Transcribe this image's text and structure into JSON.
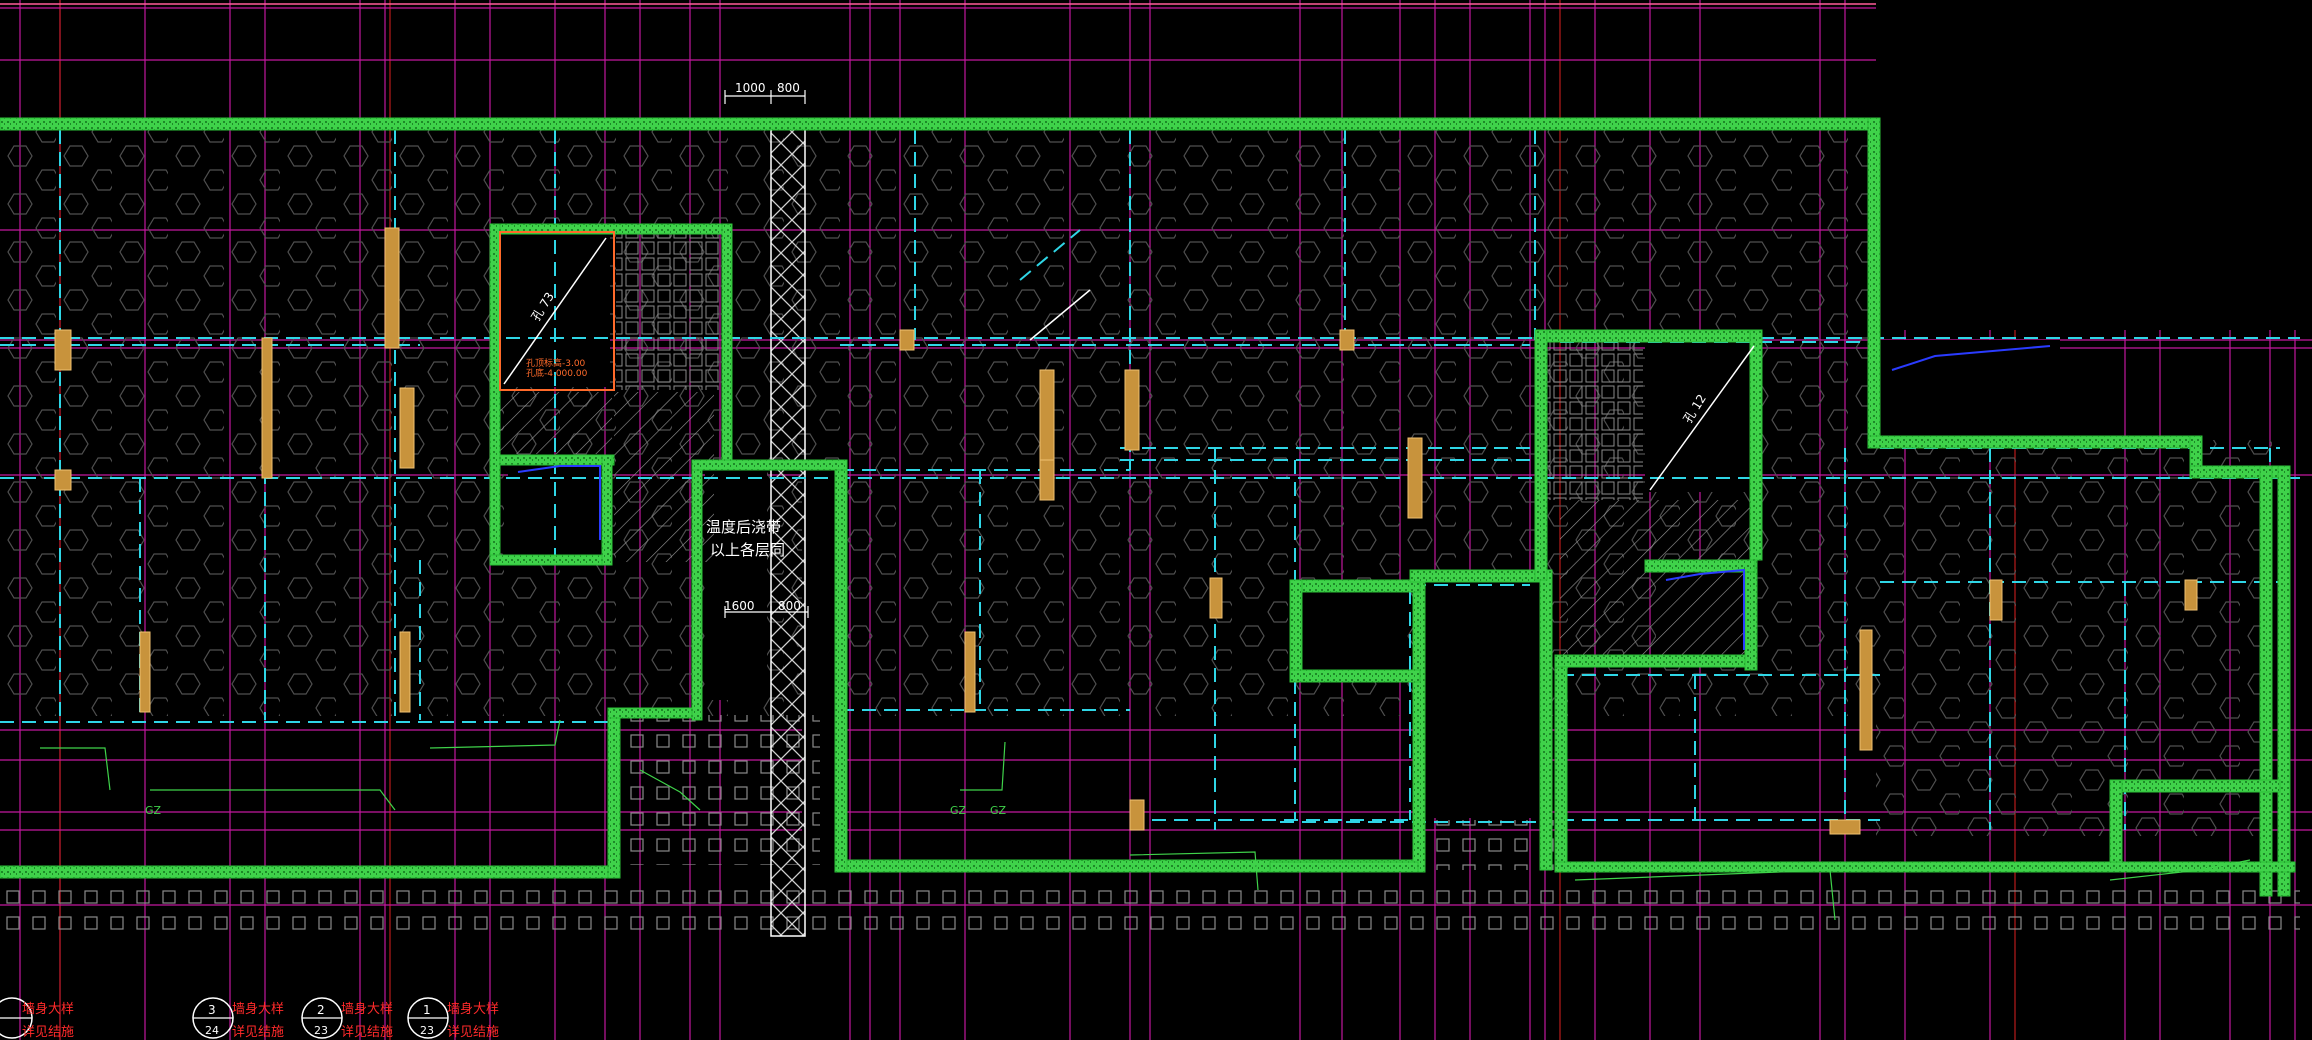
{
  "colors": {
    "background": "#000000",
    "wall": "#3fd24a",
    "wall_dark": "#1d8a27",
    "axis": "#ff2bd6",
    "axis_red": "#e0302a",
    "beam_dash": "#2fd6e6",
    "column": "#d8a246",
    "annotation": "#ffffff",
    "hatch": "#9a9a9a",
    "blue": "#2a3bff",
    "callout_red": "#ff2a2a",
    "pattern": "#5b5b5b"
  },
  "drawing": {
    "top_dims": [
      "1000",
      "800"
    ],
    "mid_dims": [
      "1600",
      "800"
    ],
    "band_label_line1": "温度后浇带",
    "band_label_line2": "以上各层同",
    "opening_label_1": "孔 73",
    "opening_label_2": "孔 12",
    "opening_note_line1": "孔顶标高-3.00",
    "opening_note_line2": "孔底-4.000.00",
    "small_tags": [
      "GZ",
      "GZ",
      "GZ"
    ],
    "callouts": [
      {
        "num": "",
        "sub": "",
        "line1": "墙身大样",
        "line2": "详见结施"
      },
      {
        "num": "3",
        "sub": "24",
        "line1": "墙身大样",
        "line2": "详见结施"
      },
      {
        "num": "2",
        "sub": "23",
        "line1": "墙身大样",
        "line2": "详见结施"
      },
      {
        "num": "1",
        "sub": "23",
        "line1": "墙身大样",
        "line2": "详见结施"
      }
    ]
  }
}
